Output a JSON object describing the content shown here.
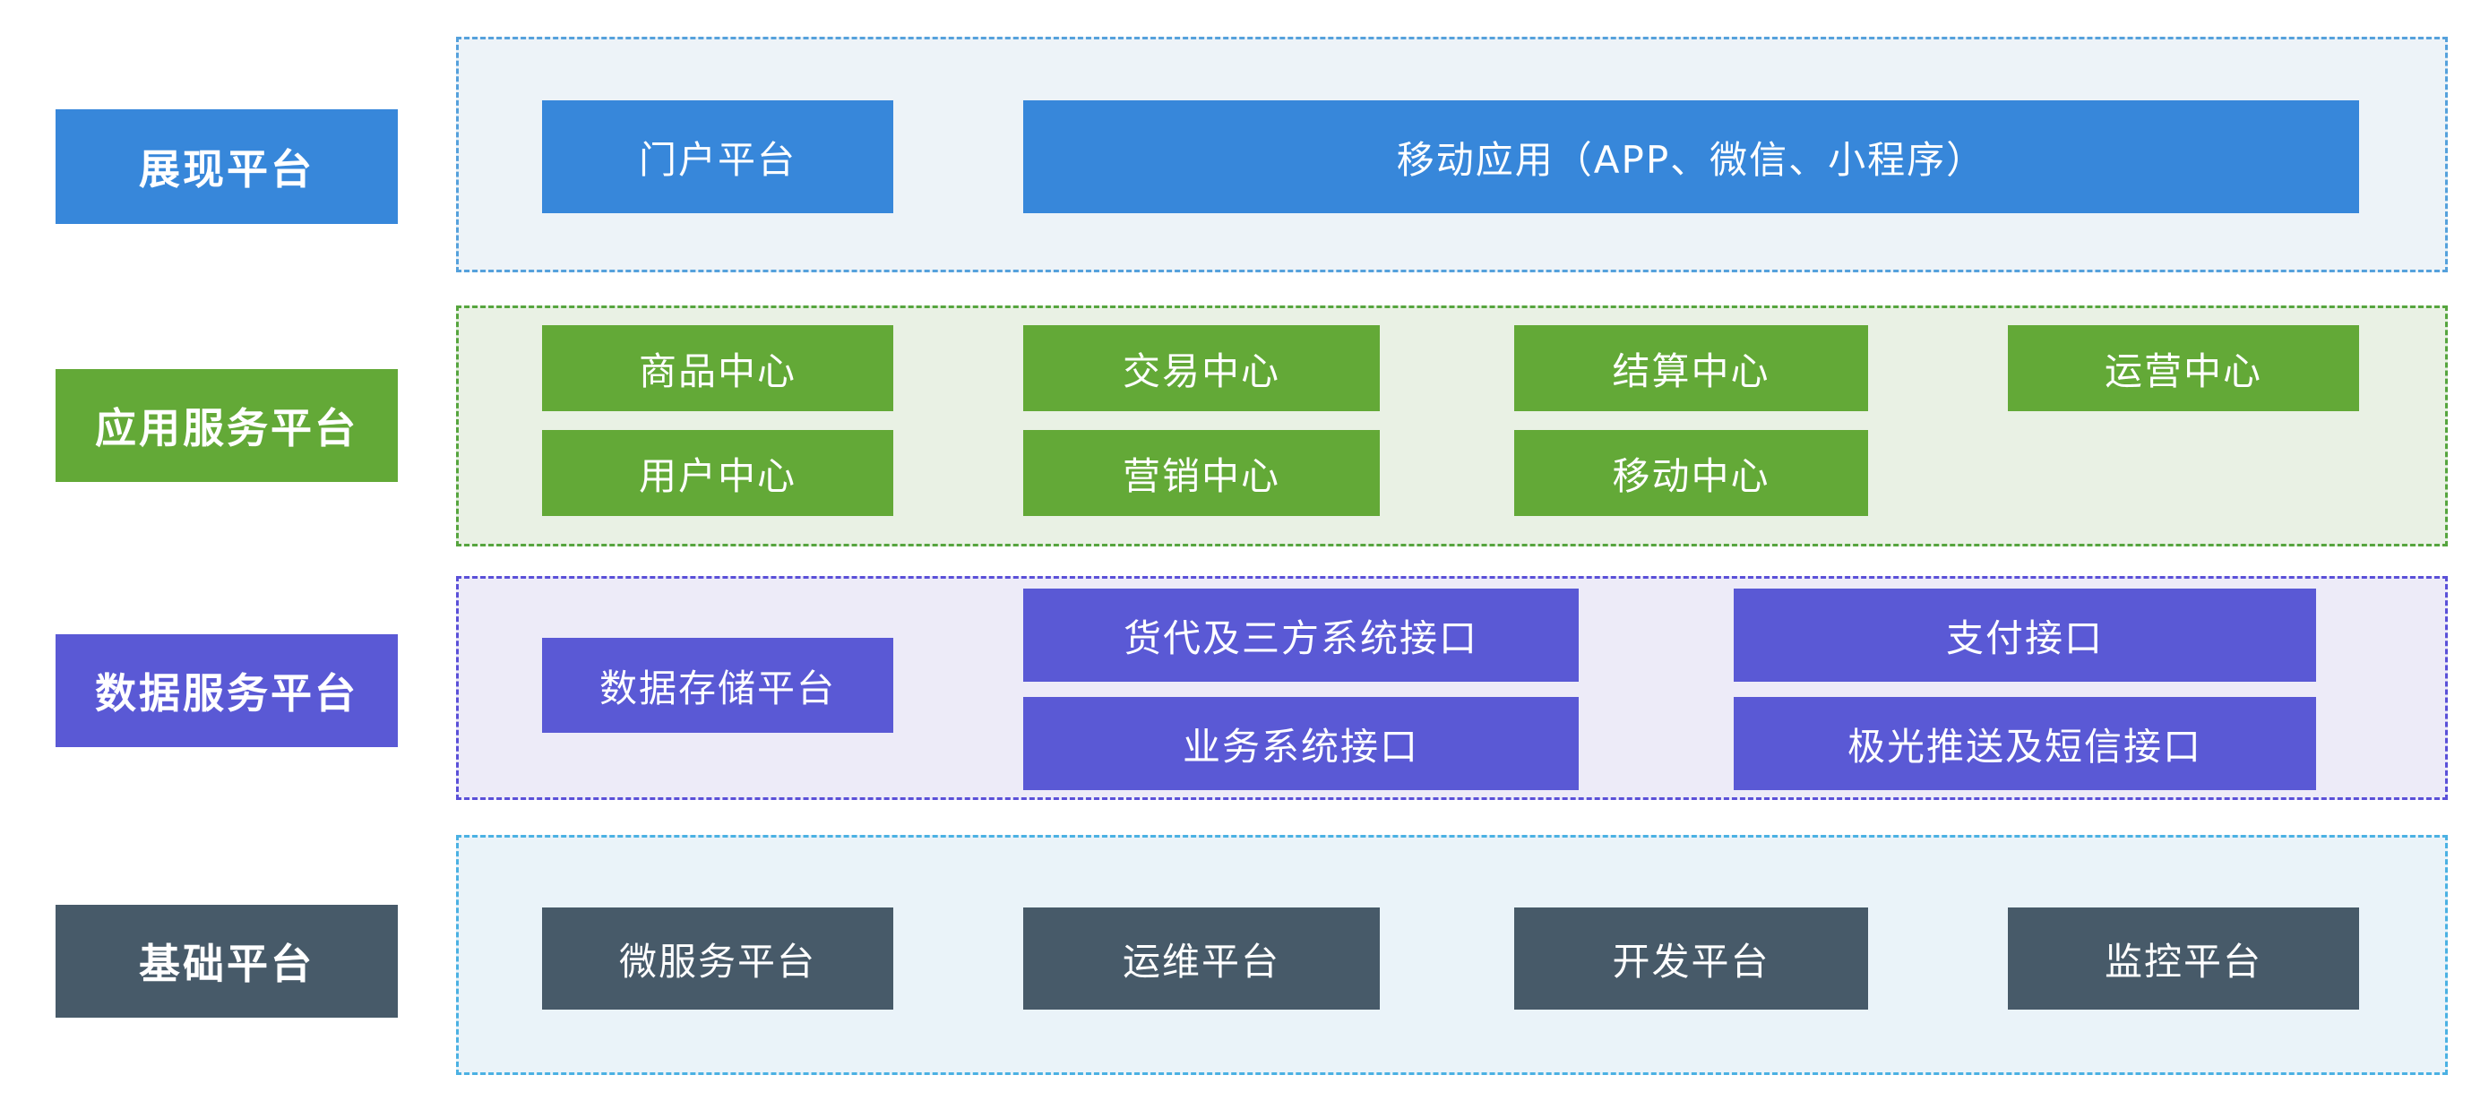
{
  "diagram": {
    "type": "layered-architecture",
    "background": "#ffffff",
    "layers": [
      {
        "id": "presentation",
        "label": "展现平台",
        "theme": {
          "box_color": "#3787da",
          "container_bg": "#edf3f8",
          "container_border": "#55a1dc",
          "text_color": "#ffffff"
        },
        "boxes": [
          "门户平台",
          "移动应用（APP、微信、小程序）"
        ]
      },
      {
        "id": "application-services",
        "label": "应用服务平台",
        "theme": {
          "box_color": "#63a937",
          "container_bg": "#e9f1e4",
          "container_border": "#56a53e",
          "text_color": "#ffffff"
        },
        "boxes": [
          "商品中心",
          "交易中心",
          "结算中心",
          "运营中心",
          "用户中心",
          "营销中心",
          "移动中心"
        ]
      },
      {
        "id": "data-services",
        "label": "数据服务平台",
        "theme": {
          "box_color": "#5a59d5",
          "container_bg": "#edebf8",
          "container_border": "#5a50d8",
          "text_color": "#ffffff"
        },
        "boxes": [
          "数据存储平台",
          "货代及三方系统接口",
          "业务系统接口",
          "支付接口",
          "极光推送及短信接口"
        ]
      },
      {
        "id": "foundation",
        "label": "基础平台",
        "theme": {
          "box_color": "#475a69",
          "container_bg": "#eaf3f9",
          "container_border": "#4bb1e3",
          "text_color": "#ffffff"
        },
        "boxes": [
          "微服务平台",
          "运维平台",
          "开发平台",
          "监控平台"
        ]
      }
    ]
  }
}
